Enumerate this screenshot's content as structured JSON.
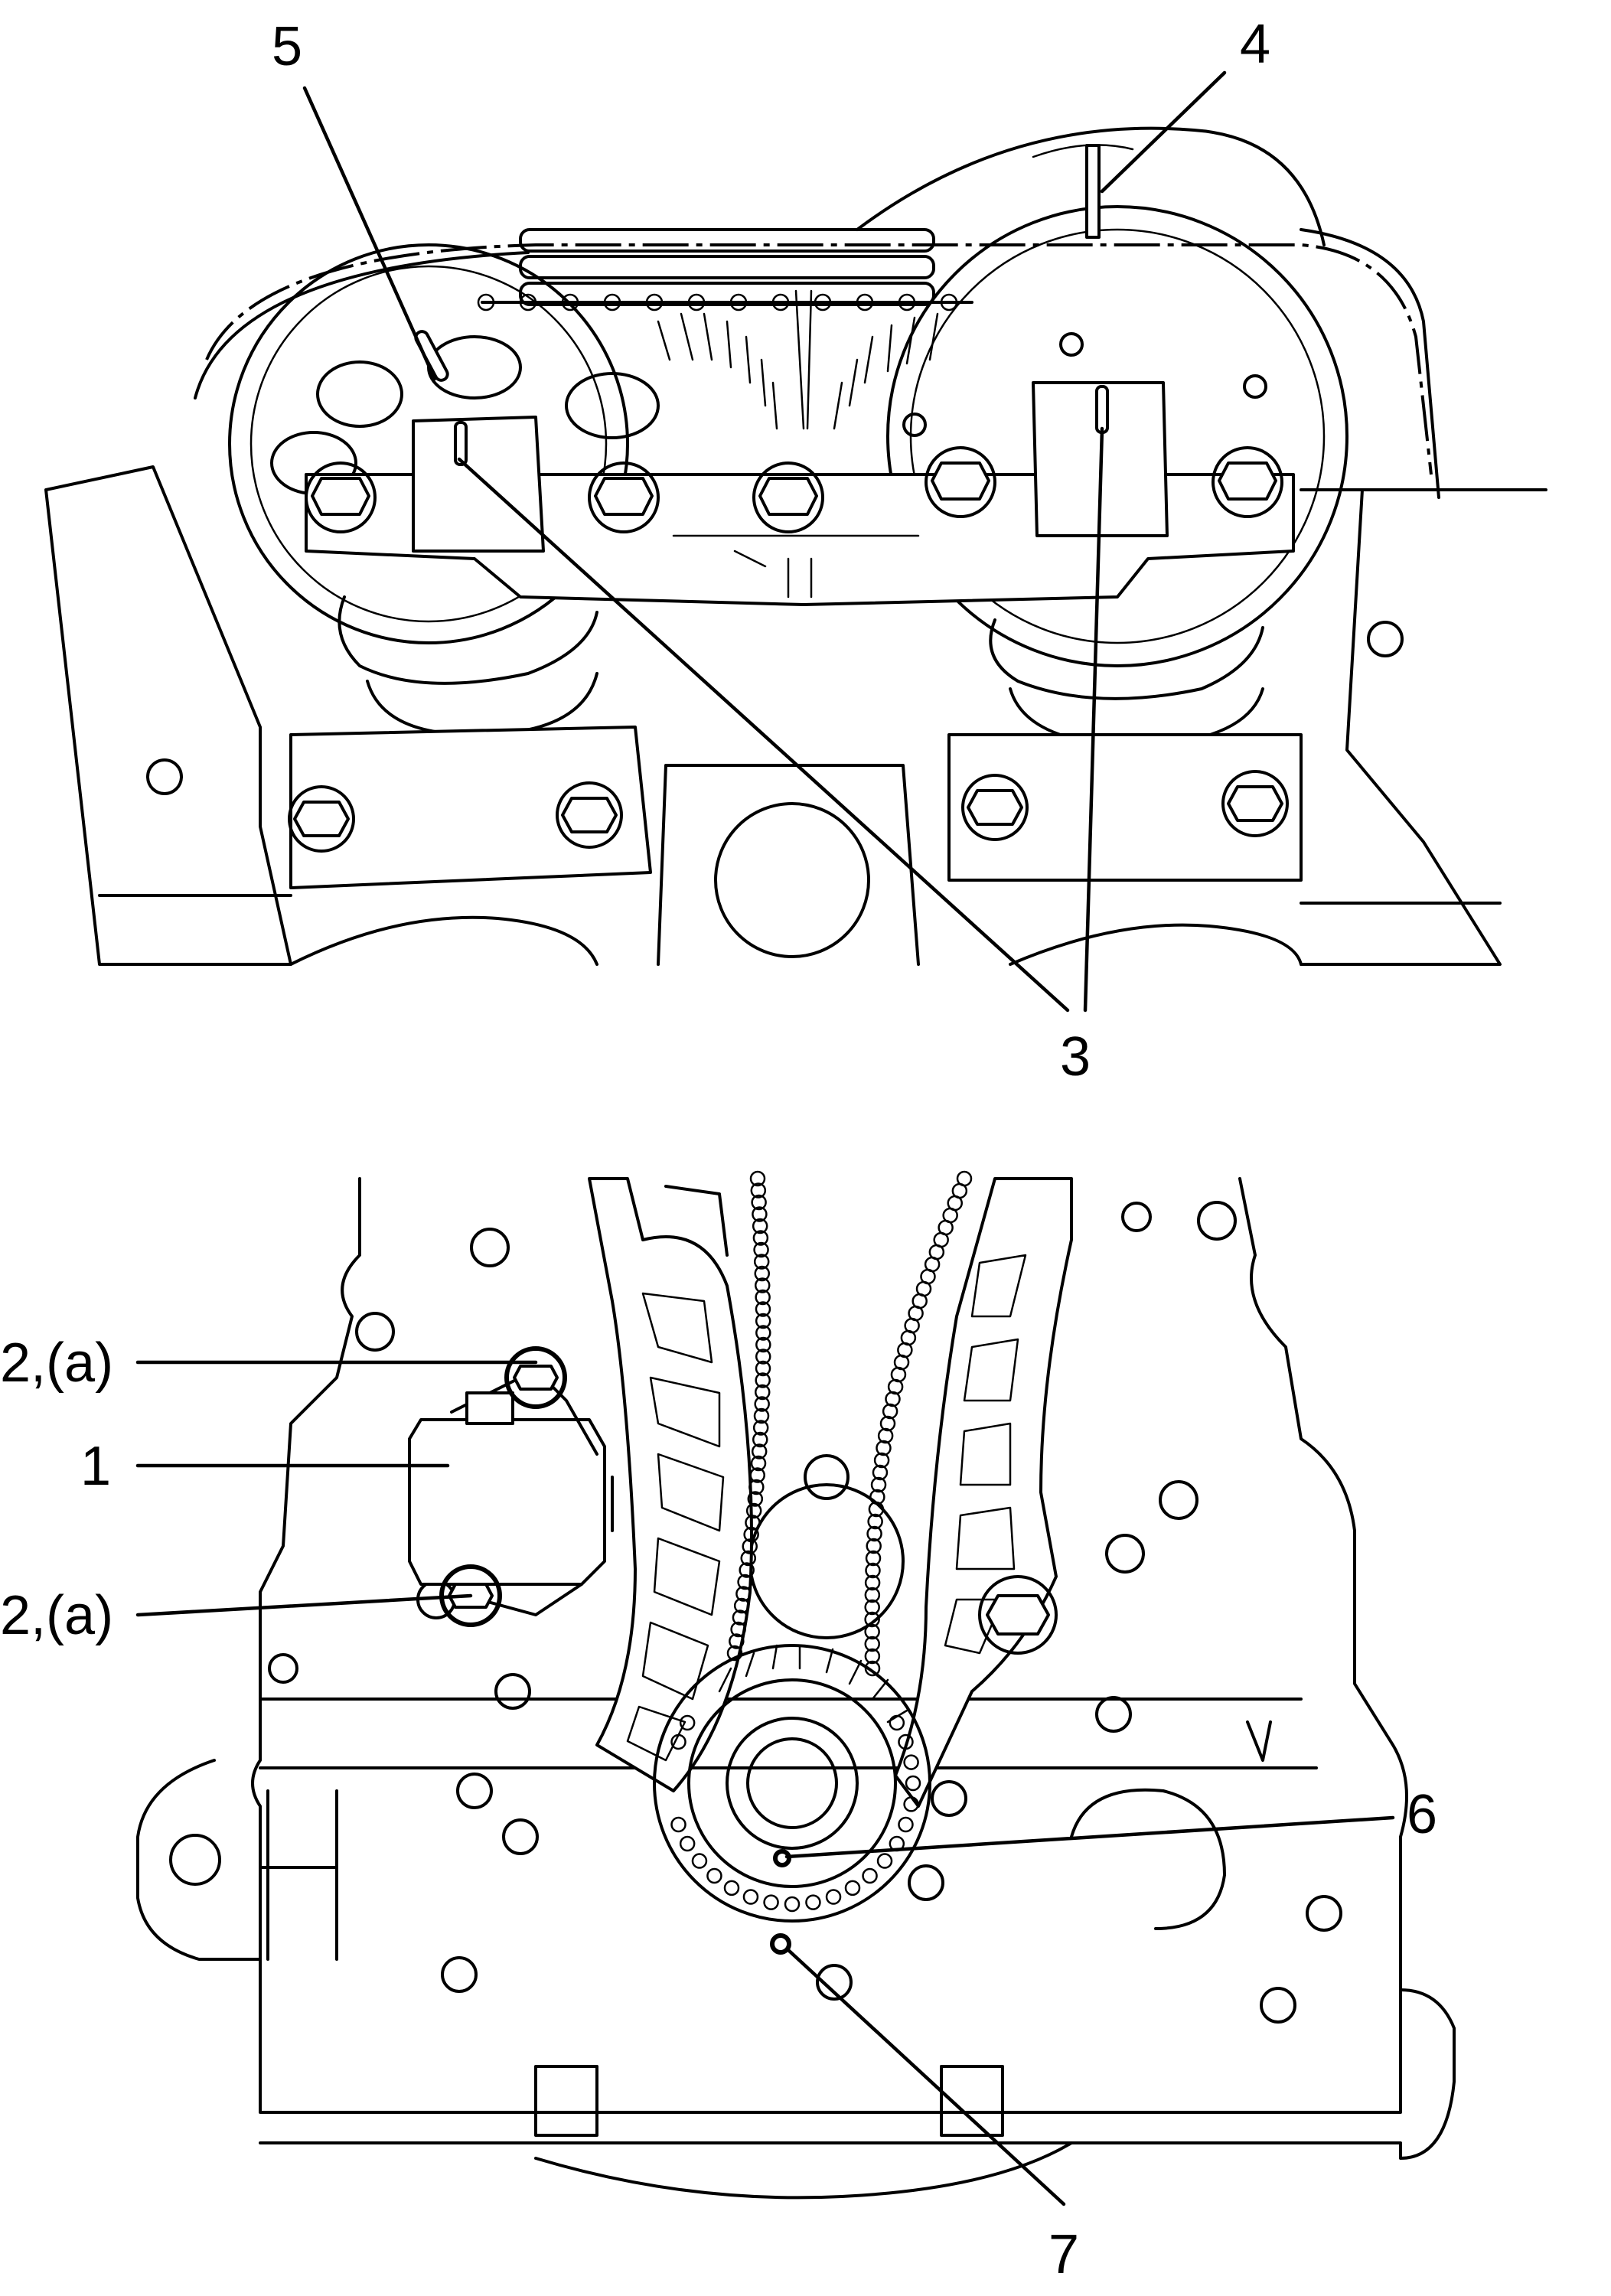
{
  "callouts": {
    "c1": "1",
    "c2a_upper": "2,(a)",
    "c2a_lower": "2,(a)",
    "c3": "3",
    "c4": "4",
    "c5": "5",
    "c6": "6",
    "c7": "7"
  },
  "colors": {
    "line": "#000000",
    "background": "#ffffff"
  }
}
